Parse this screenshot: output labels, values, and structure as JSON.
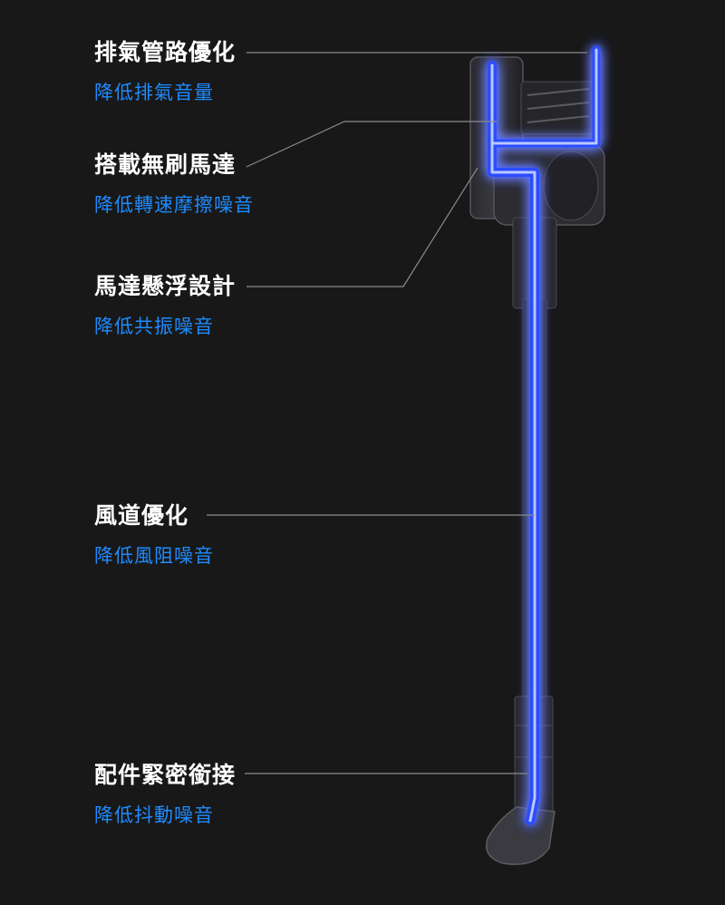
{
  "features": [
    {
      "title": "排氣管路優化",
      "subtitle": "降低排氣音量"
    },
    {
      "title": "搭載無刷馬達",
      "subtitle": "降低轉速摩擦噪音"
    },
    {
      "title": "馬達懸浮設計",
      "subtitle": "降低共振噪音"
    },
    {
      "title": "風道優化",
      "subtitle": "降低風阻噪音"
    },
    {
      "title": "配件緊密銜接",
      "subtitle": "降低抖動噪音"
    }
  ],
  "colors": {
    "background": "#181818",
    "title": "#ffffff",
    "subtitle": "#1e8bff",
    "airflow_glow": "#2a4dff",
    "callout_line": "#8a8a8a"
  }
}
